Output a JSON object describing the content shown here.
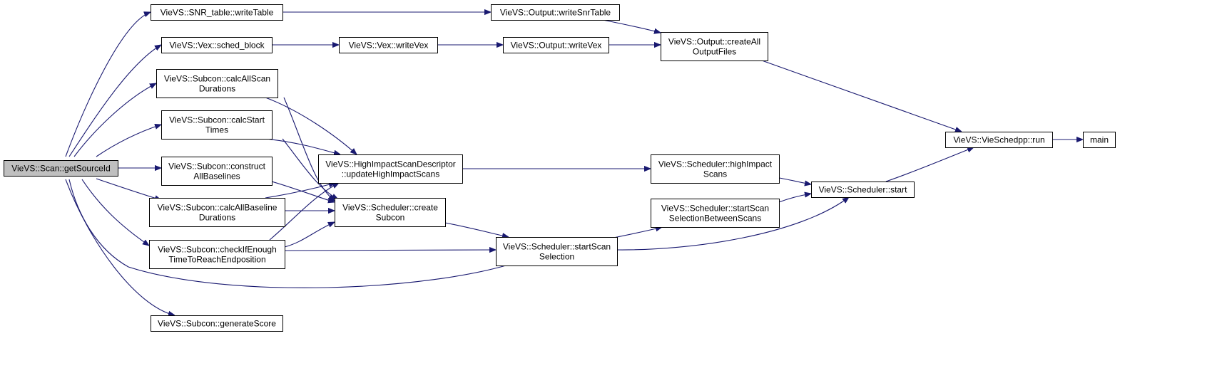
{
  "graph": {
    "nodes": [
      {
        "id": "getSourceId",
        "lines": [
          "VieVS::Scan::getSourceId"
        ],
        "highlight": true
      },
      {
        "id": "writeTable",
        "lines": [
          "VieVS::SNR_table::writeTable"
        ]
      },
      {
        "id": "sched_block",
        "lines": [
          "VieVS::Vex::sched_block"
        ]
      },
      {
        "id": "calcAllScanDurations",
        "lines": [
          "VieVS::Subcon::calcAllScan",
          "Durations"
        ]
      },
      {
        "id": "calcStartTimes",
        "lines": [
          "VieVS::Subcon::calcStart",
          "Times"
        ]
      },
      {
        "id": "constructAllBaselines",
        "lines": [
          "VieVS::Subcon::construct",
          "AllBaselines"
        ]
      },
      {
        "id": "calcAllBaselineDurations",
        "lines": [
          "VieVS::Subcon::calcAllBaseline",
          "Durations"
        ]
      },
      {
        "id": "checkIfEnough",
        "lines": [
          "VieVS::Subcon::checkIfEnough",
          "TimeToReachEndposition"
        ]
      },
      {
        "id": "generateScore",
        "lines": [
          "VieVS::Subcon::generateScore"
        ]
      },
      {
        "id": "writeVex",
        "lines": [
          "VieVS::Vex::writeVex"
        ]
      },
      {
        "id": "updateHighImpact",
        "lines": [
          "VieVS::HighImpactScanDescriptor",
          "::updateHighImpactScans"
        ]
      },
      {
        "id": "createSubcon",
        "lines": [
          "VieVS::Scheduler::create",
          "Subcon"
        ]
      },
      {
        "id": "writeSnrTable",
        "lines": [
          "VieVS::Output::writeSnrTable"
        ]
      },
      {
        "id": "outWriteVex",
        "lines": [
          "VieVS::Output::writeVex"
        ]
      },
      {
        "id": "startScanSelection",
        "lines": [
          "VieVS::Scheduler::startScan",
          "Selection"
        ]
      },
      {
        "id": "createAllOutputFiles",
        "lines": [
          "VieVS::Output::createAll",
          "OutputFiles"
        ]
      },
      {
        "id": "highImpactScans",
        "lines": [
          "VieVS::Scheduler::highImpact",
          "Scans"
        ]
      },
      {
        "id": "startScanSelectionBetween",
        "lines": [
          "VieVS::Scheduler::startScan",
          "SelectionBetweenScans"
        ]
      },
      {
        "id": "schedulerStart",
        "lines": [
          "VieVS::Scheduler::start"
        ]
      },
      {
        "id": "run",
        "lines": [
          "VieVS::VieSchedpp::run"
        ]
      },
      {
        "id": "main",
        "lines": [
          "main"
        ]
      }
    ]
  },
  "colors": {
    "edge": "#191970",
    "highlight_fill": "#bfbfbf",
    "node_fill": "#ffffff",
    "node_stroke": "#000000"
  }
}
